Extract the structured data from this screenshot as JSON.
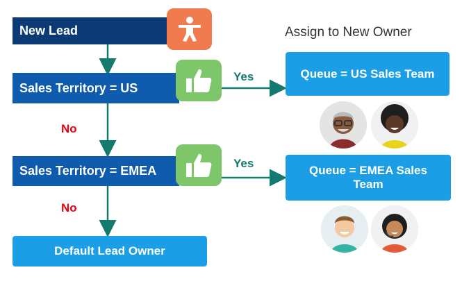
{
  "flow": {
    "new_lead": "New Lead",
    "territory_us": "Sales Territory = US",
    "territory_emea": "Sales Territory = EMEA",
    "default_owner": "Default Lead Owner",
    "no_label_1": "No",
    "no_label_2": "No",
    "yes_label_1": "Yes",
    "yes_label_2": "Yes"
  },
  "assign": {
    "heading": "Assign to New Owner",
    "queue_us": "Queue = US Sales Team",
    "queue_emea": "Queue = EMEA Sales Team"
  },
  "icons": {
    "lead": "person-icon",
    "approve": "thumbs-up-icon",
    "avatars": [
      "avatar-man-glasses",
      "avatar-woman-curly",
      "avatar-man-smiling",
      "avatar-woman-headset"
    ]
  },
  "colors": {
    "dark_blue": "#0b3a74",
    "mid_blue": "#0f5cae",
    "light_blue": "#1b9ee6",
    "green": "#7dc66a",
    "orange": "#f07b4f",
    "teal": "#137a6e",
    "red": "#e8000b"
  }
}
